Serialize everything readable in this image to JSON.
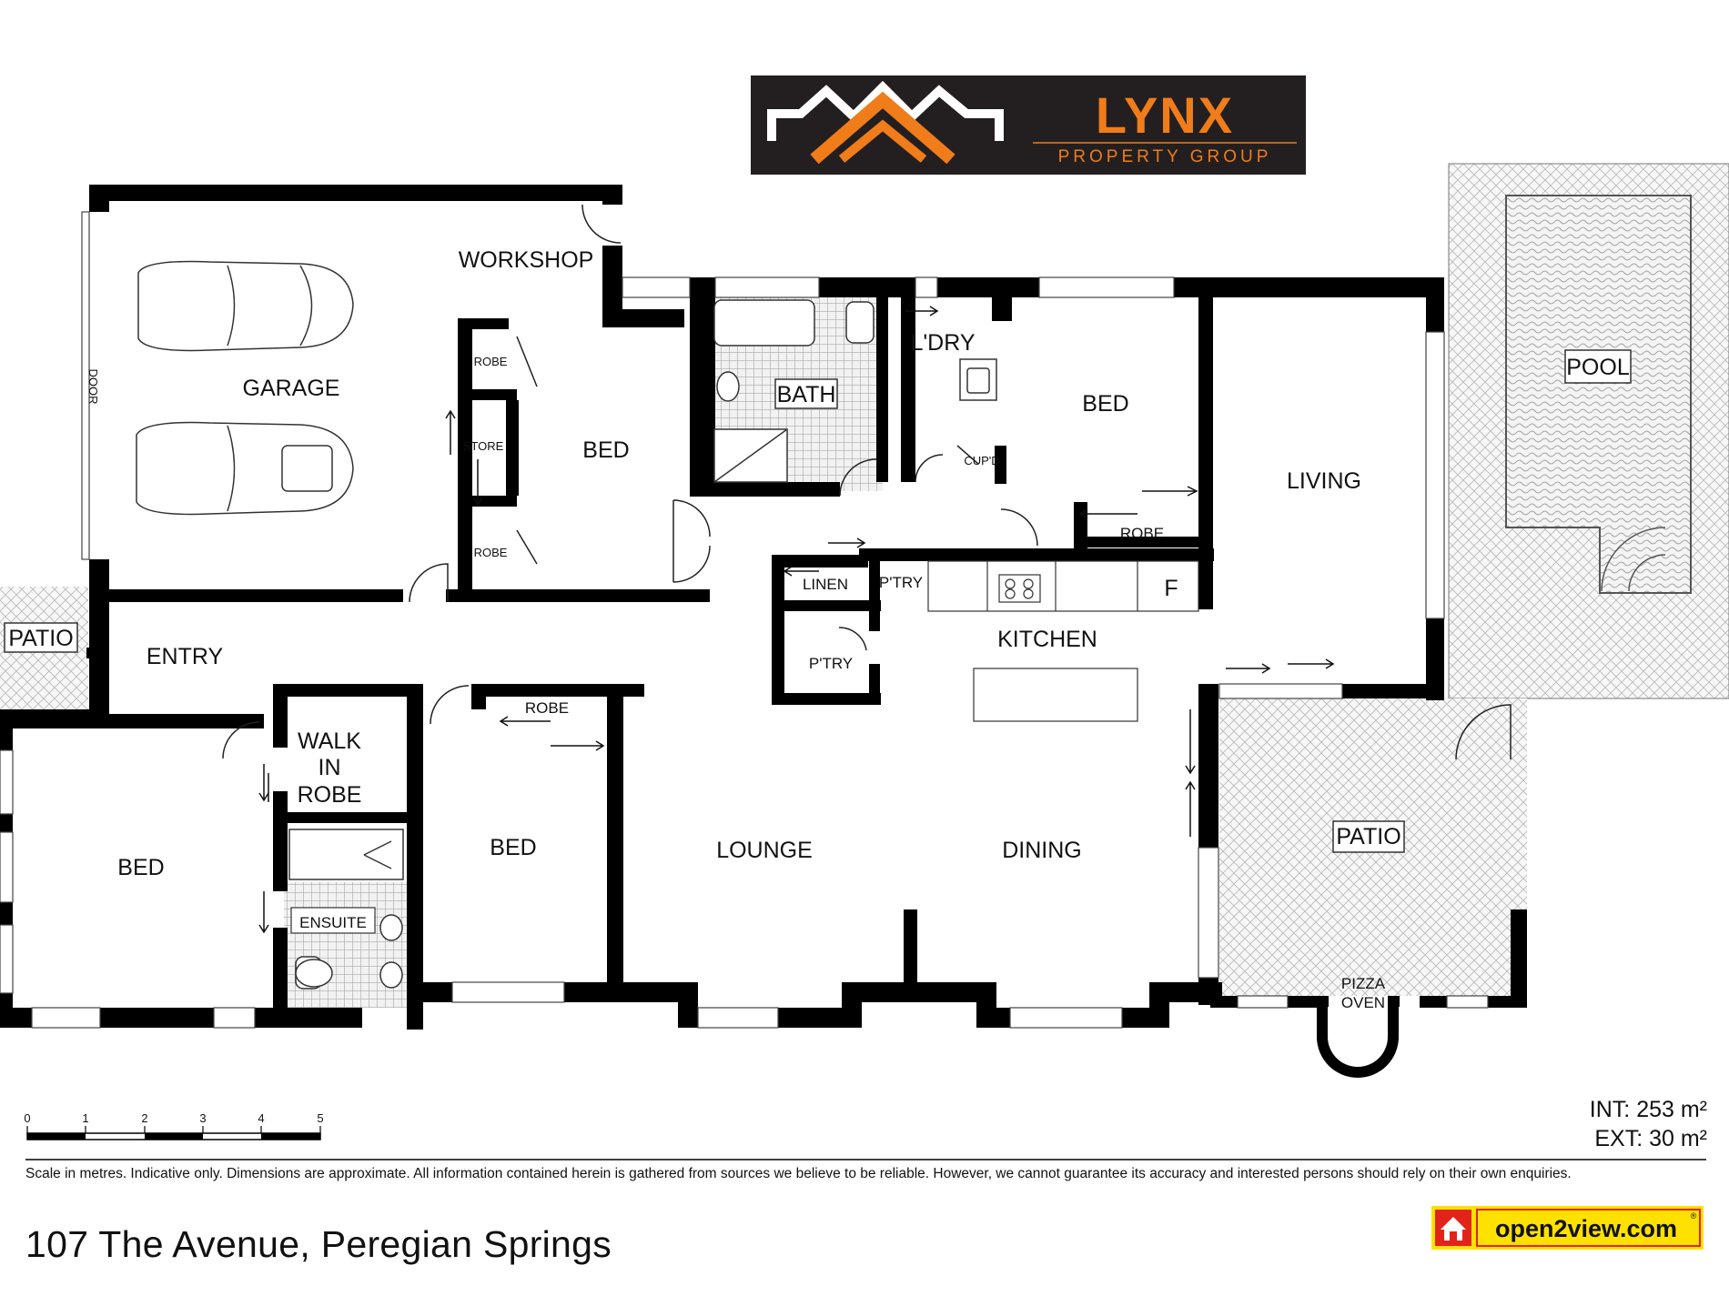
{
  "brand": {
    "name": "LYNX",
    "tagline": "PROPERTY GROUP",
    "accent": "#F07C1A",
    "bg": "#231F20"
  },
  "rooms": {
    "garage": "GARAGE",
    "workshop": "WORKSHOP",
    "door": "DOOR",
    "robe_upper": "ROBE",
    "store": "STORE",
    "robe_lower": "ROBE",
    "bed_1": "BED",
    "bath": "BATH",
    "laundry": "L'DRY",
    "cupboard": "CUP'D",
    "bed_2": "BED",
    "robe_bed2": "ROBE",
    "living": "LIVING",
    "pool": "POOL",
    "linen": "LINEN",
    "pantry_1": "P'TRY",
    "pantry_2": "P'TRY",
    "fridge": "F",
    "kitchen": "KITCHEN",
    "patio_left": "PATIO",
    "entry": "ENTRY",
    "walk_in_robe": [
      "WALK",
      "IN",
      "ROBE"
    ],
    "robe_bed4": "ROBE",
    "bed_3": "BED",
    "ensuite": "ENSUITE",
    "bed_4": "BED",
    "lounge": "LOUNGE",
    "dining": "DINING",
    "patio_right": "PATIO",
    "pizza_oven": [
      "PIZZA",
      "OVEN"
    ]
  },
  "scale": {
    "ticks": [
      "0",
      "1",
      "2",
      "3",
      "4",
      "5"
    ],
    "unit": "metres"
  },
  "area": {
    "internal": "INT: 253 m²",
    "external": "EXT: 30 m²"
  },
  "disclaimer": "Scale in metres. Indicative only. Dimensions are approximate. All information contained herein is gathered from sources we believe to be reliable. However, we cannot guarantee its accuracy and interested persons should rely on their own enquiries.",
  "address": "107 The Avenue, Peregian Springs",
  "footer_logo": {
    "text": "open2view.com",
    "registered": "®",
    "accent": "#FFE100",
    "red": "#E2231A"
  }
}
